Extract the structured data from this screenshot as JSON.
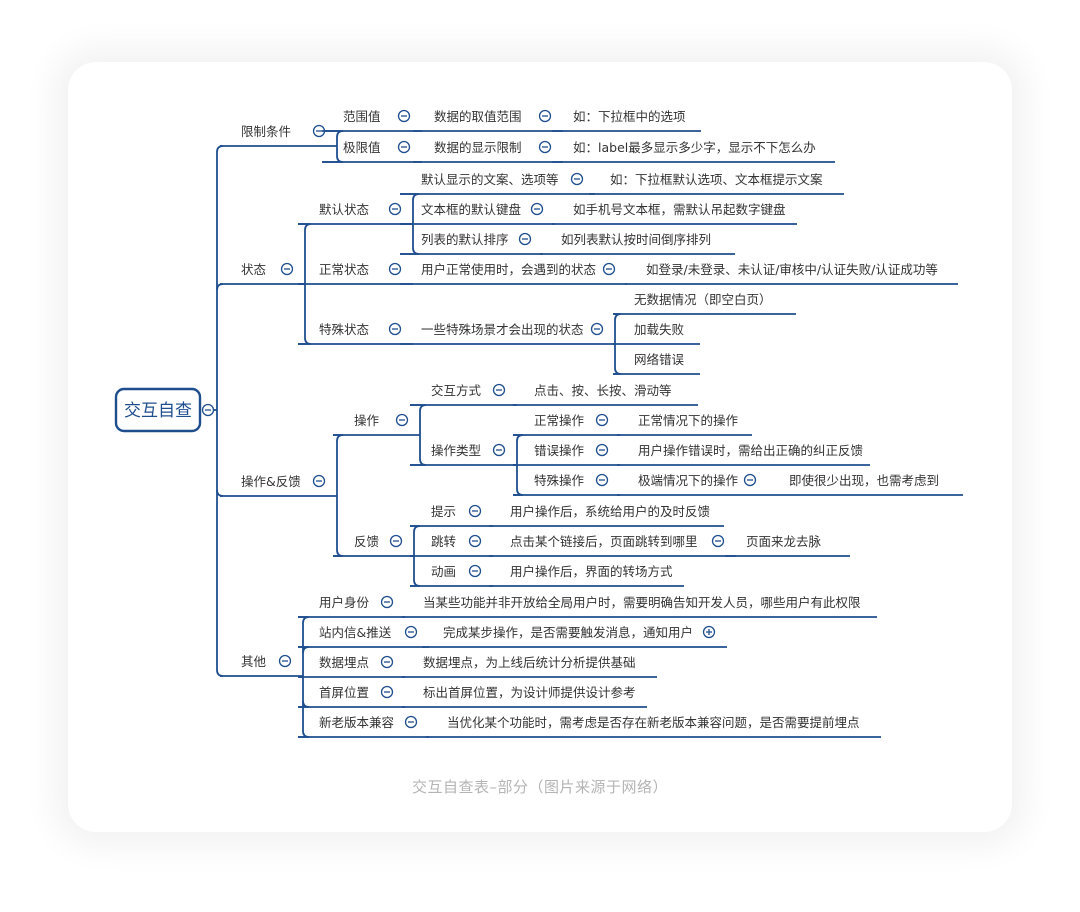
{
  "caption": "交互自查表–部分（图片来源于网络）",
  "colors": {
    "line": "#1f4e8f",
    "text": "#333333",
    "caption": "#b4b4b4"
  },
  "mindmap": {
    "root": "交互自查",
    "branches": [
      {
        "label": "限制条件",
        "children": [
          {
            "label": "范围值",
            "children": [
              {
                "label": "数据的取值范围",
                "children": [
                  {
                    "label": "如：下拉框中的选项"
                  }
                ]
              }
            ]
          },
          {
            "label": "极限值",
            "children": [
              {
                "label": "数据的显示限制",
                "children": [
                  {
                    "label": "如：label最多显示多少字，显示不下怎么办"
                  }
                ]
              }
            ]
          }
        ]
      },
      {
        "label": "状态",
        "children": [
          {
            "label": "默认状态",
            "children": [
              {
                "label": "默认显示的文案、选项等",
                "children": [
                  {
                    "label": "如：下拉框默认选项、文本框提示文案"
                  }
                ]
              },
              {
                "label": "文本框的默认键盘",
                "children": [
                  {
                    "label": "如手机号文本框，需默认吊起数字键盘"
                  }
                ]
              },
              {
                "label": "列表的默认排序",
                "children": [
                  {
                    "label": "如列表默认按时间倒序排列"
                  }
                ]
              }
            ]
          },
          {
            "label": "正常状态",
            "children": [
              {
                "label": "用户正常使用时，会遇到的状态",
                "children": [
                  {
                    "label": "如登录/未登录、未认证/审核中/认证失败/认证成功等"
                  }
                ]
              }
            ]
          },
          {
            "label": "特殊状态",
            "children": [
              {
                "label": "一些特殊场景才会出现的状态",
                "children": [
                  {
                    "label": "无数据情况（即空白页）"
                  },
                  {
                    "label": "加载失败"
                  },
                  {
                    "label": "网络错误"
                  }
                ]
              }
            ]
          }
        ]
      },
      {
        "label": "操作&反馈",
        "children": [
          {
            "label": "操作",
            "children": [
              {
                "label": "交互方式",
                "children": [
                  {
                    "label": "点击、按、长按、滑动等"
                  }
                ]
              },
              {
                "label": "操作类型",
                "children": [
                  {
                    "label": "正常操作",
                    "children": [
                      {
                        "label": "正常情况下的操作"
                      }
                    ]
                  },
                  {
                    "label": "错误操作",
                    "children": [
                      {
                        "label": "用户操作错误时，需给出正确的纠正反馈"
                      }
                    ]
                  },
                  {
                    "label": "特殊操作",
                    "children": [
                      {
                        "label": "极端情况下的操作",
                        "children": [
                          {
                            "label": "即使很少出现，也需考虑到"
                          }
                        ]
                      }
                    ]
                  }
                ]
              }
            ]
          },
          {
            "label": "反馈",
            "children": [
              {
                "label": "提示",
                "children": [
                  {
                    "label": "用户操作后，系统给用户的及时反馈"
                  }
                ]
              },
              {
                "label": "跳转",
                "children": [
                  {
                    "label": "点击某个链接后，页面跳转到哪里",
                    "children": [
                      {
                        "label": "页面来龙去脉"
                      }
                    ]
                  }
                ]
              },
              {
                "label": "动画",
                "children": [
                  {
                    "label": "用户操作后，界面的转场方式"
                  }
                ]
              }
            ]
          }
        ]
      },
      {
        "label": "其他",
        "children": [
          {
            "label": "用户身份",
            "children": [
              {
                "label": "当某些功能并非开放给全局用户时，需要明确告知开发人员，哪些用户有此权限"
              }
            ]
          },
          {
            "label": "站内信&推送",
            "children": [
              {
                "label": "完成某步操作，是否需要触发消息，通知用户",
                "collapsed": true
              }
            ]
          },
          {
            "label": "数据埋点",
            "children": [
              {
                "label": "数据埋点，为上线后统计分析提供基础"
              }
            ]
          },
          {
            "label": "首屏位置",
            "children": [
              {
                "label": "标出首屏位置，为设计师提供设计参考"
              }
            ]
          },
          {
            "label": "新老版本兼容",
            "children": [
              {
                "label": "当优化某个功能时，需考虑是否存在新老版本兼容问题，是否需要提前埋点"
              }
            ]
          }
        ]
      }
    ]
  }
}
